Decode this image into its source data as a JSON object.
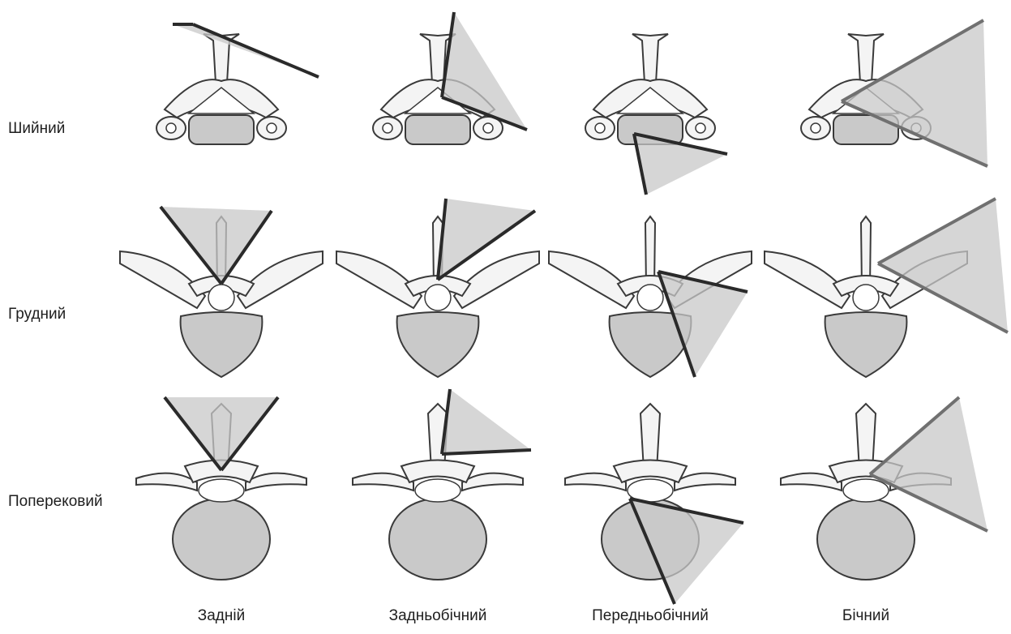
{
  "rows": [
    "Шийний",
    "Грудний",
    "Поперековий"
  ],
  "columns": [
    "Задній",
    "Задньобічний",
    "Передньобічний",
    "Бічний"
  ],
  "colors": {
    "bone_fill": "#f4f4f4",
    "bone_shade": "#c9c9c9",
    "bone_outline": "#3a3a3a",
    "wedge_fill": "#c8c8c8",
    "line": "#2a2a2a",
    "lateral_line": "#707070",
    "text": "#1e1e1e"
  },
  "figure": {
    "type": "grid of vertebra cross-sections",
    "vertebra_types": [
      "cervical",
      "thoracic",
      "lumbar"
    ],
    "approaches": [
      "posterior",
      "posterolateral",
      "anterolateral",
      "lateral"
    ],
    "shaded_wedge": "surgical access corridor"
  }
}
